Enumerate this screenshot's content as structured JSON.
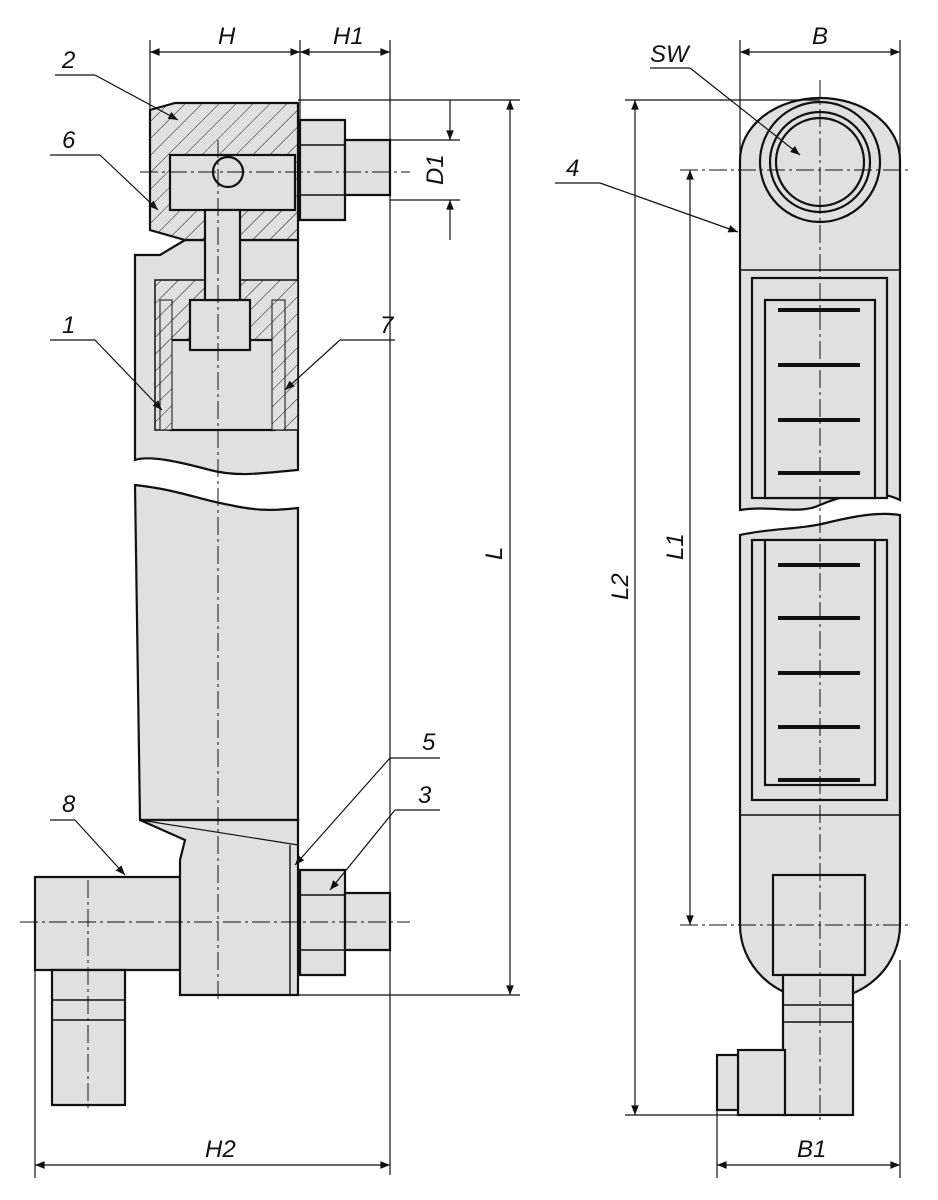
{
  "drawing": {
    "dimensions": {
      "H": "H",
      "H1": "H1",
      "D1": "D1",
      "L": "L",
      "H2": "H2",
      "B": "B",
      "SW": "SW",
      "L1": "L1",
      "L2": "L2",
      "B1": "B1"
    },
    "part_numbers": {
      "p1": "1",
      "p2": "2",
      "p3": "3",
      "p4": "4",
      "p5": "5",
      "p6": "6",
      "p7": "7",
      "p8": "8"
    }
  }
}
